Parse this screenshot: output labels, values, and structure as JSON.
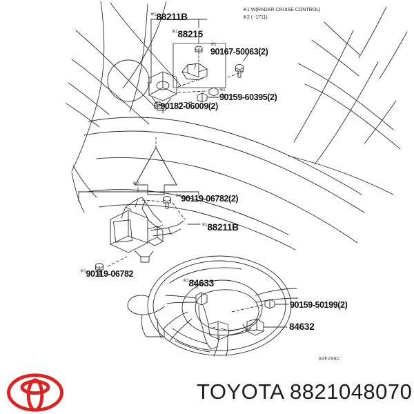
{
  "document": {
    "kind": "toyota-parts-illustration",
    "drawing_code": "84F299C"
  },
  "legend": {
    "line1": "※1 W(RADAR CRUISE CONTROL)",
    "line2": "※2 (    -1711)"
  },
  "callouts": {
    "top_assembly": {
      "ref1": "※1",
      "part1": "88211B",
      "ref2": "※1",
      "part2": "88215",
      "bolt_top": {
        "ref": "※1",
        "part": "90167-50063(2)"
      },
      "bolt_right": {
        "ref": "※1",
        "part": "90159-60395(2)"
      },
      "bolt_bottom": {
        "ref": "※1",
        "part": "90182-06009(2)"
      }
    },
    "mid_assembly": {
      "group_marker": "※2",
      "sensor": {
        "ref": "※1",
        "part": "88211B"
      },
      "bolt_right": {
        "ref": "※1",
        "part": "90119-06782(2)"
      },
      "bolt_left": {
        "ref": "※1",
        "part": "90119-06782"
      }
    },
    "steering": {
      "switch_left": {
        "ref": "※2",
        "part": "84633"
      },
      "switch_right": {
        "ref": "",
        "part": "84632"
      },
      "screw": {
        "ref": "",
        "part": "90159-50199(2)"
      }
    }
  },
  "footer": {
    "brand": "TOYOTA",
    "part_number": "8821048070",
    "brand_line": "TOYOTA 8821048070",
    "logo_color": "#DD2222",
    "logo_name": "toyota-oval-logo"
  }
}
